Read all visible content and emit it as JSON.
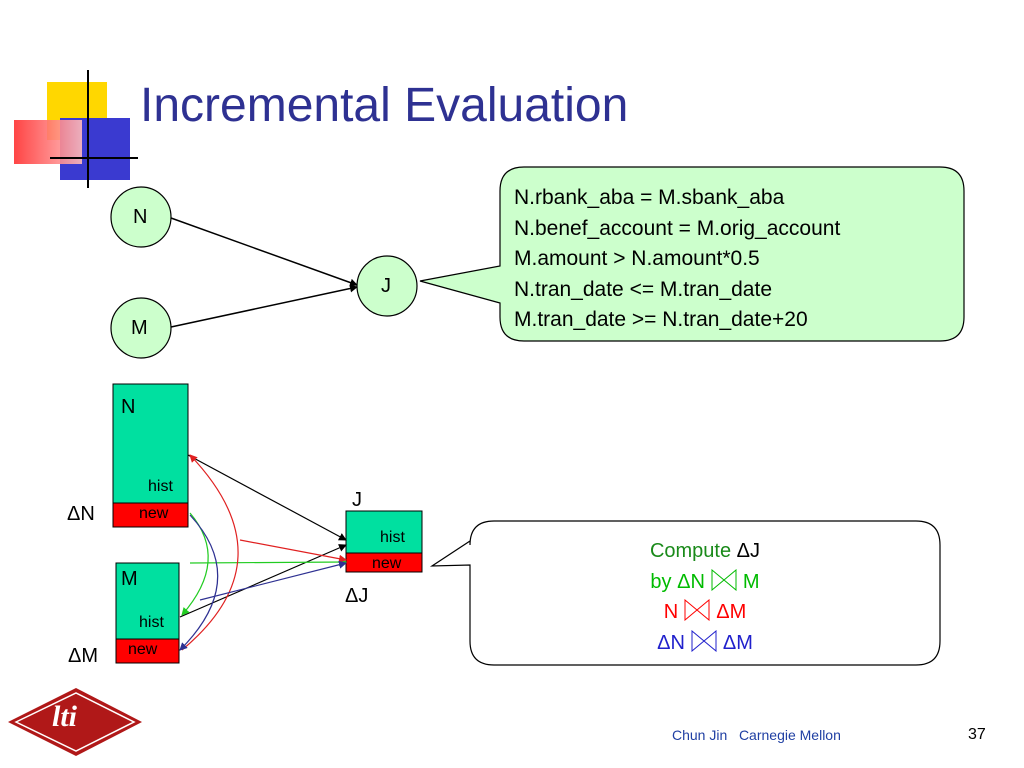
{
  "slide": {
    "title": "Incremental Evaluation",
    "page_number": "37",
    "footer": {
      "author": "Chun Jin",
      "org": "Carnegie Mellon"
    }
  },
  "graph": {
    "node_n": "N",
    "node_m": "M",
    "node_j": "J"
  },
  "conditions": [
    "N.rbank_aba = M.sbank_aba",
    "N.benef_account = M.orig_account",
    "M.amount > N.amount*0.5",
    "N.tran_date <= M.tran_date",
    "M.tran_date >= N.tran_date+20"
  ],
  "tables": {
    "n": {
      "name": "N",
      "hist": "hist",
      "new": "new",
      "delta": "ΔN"
    },
    "m": {
      "name": "M",
      "hist": "hist",
      "new": "new",
      "delta": "ΔM"
    },
    "j": {
      "name": "J",
      "hist": "hist",
      "new": "new",
      "delta": "ΔJ"
    }
  },
  "compute": {
    "line1_prefix": "Compute",
    "line1_target": "ΔJ",
    "line2_prefix": "by ΔN",
    "line2_suffix": "M",
    "line3_prefix": "N",
    "line3_suffix": "ΔM",
    "line4_prefix": "ΔN",
    "line4_suffix": "ΔM"
  },
  "colors": {
    "title": "#2e3192",
    "table_fill": "#00e0a0",
    "new_fill": "#ff0000",
    "callout_fill": "#ccffcc",
    "compute_green": "#1a8a1a",
    "compute_bright_green": "#00bb00",
    "compute_red": "#ff0000",
    "compute_blue": "#2020cc",
    "footer": "#1f3fa3"
  }
}
